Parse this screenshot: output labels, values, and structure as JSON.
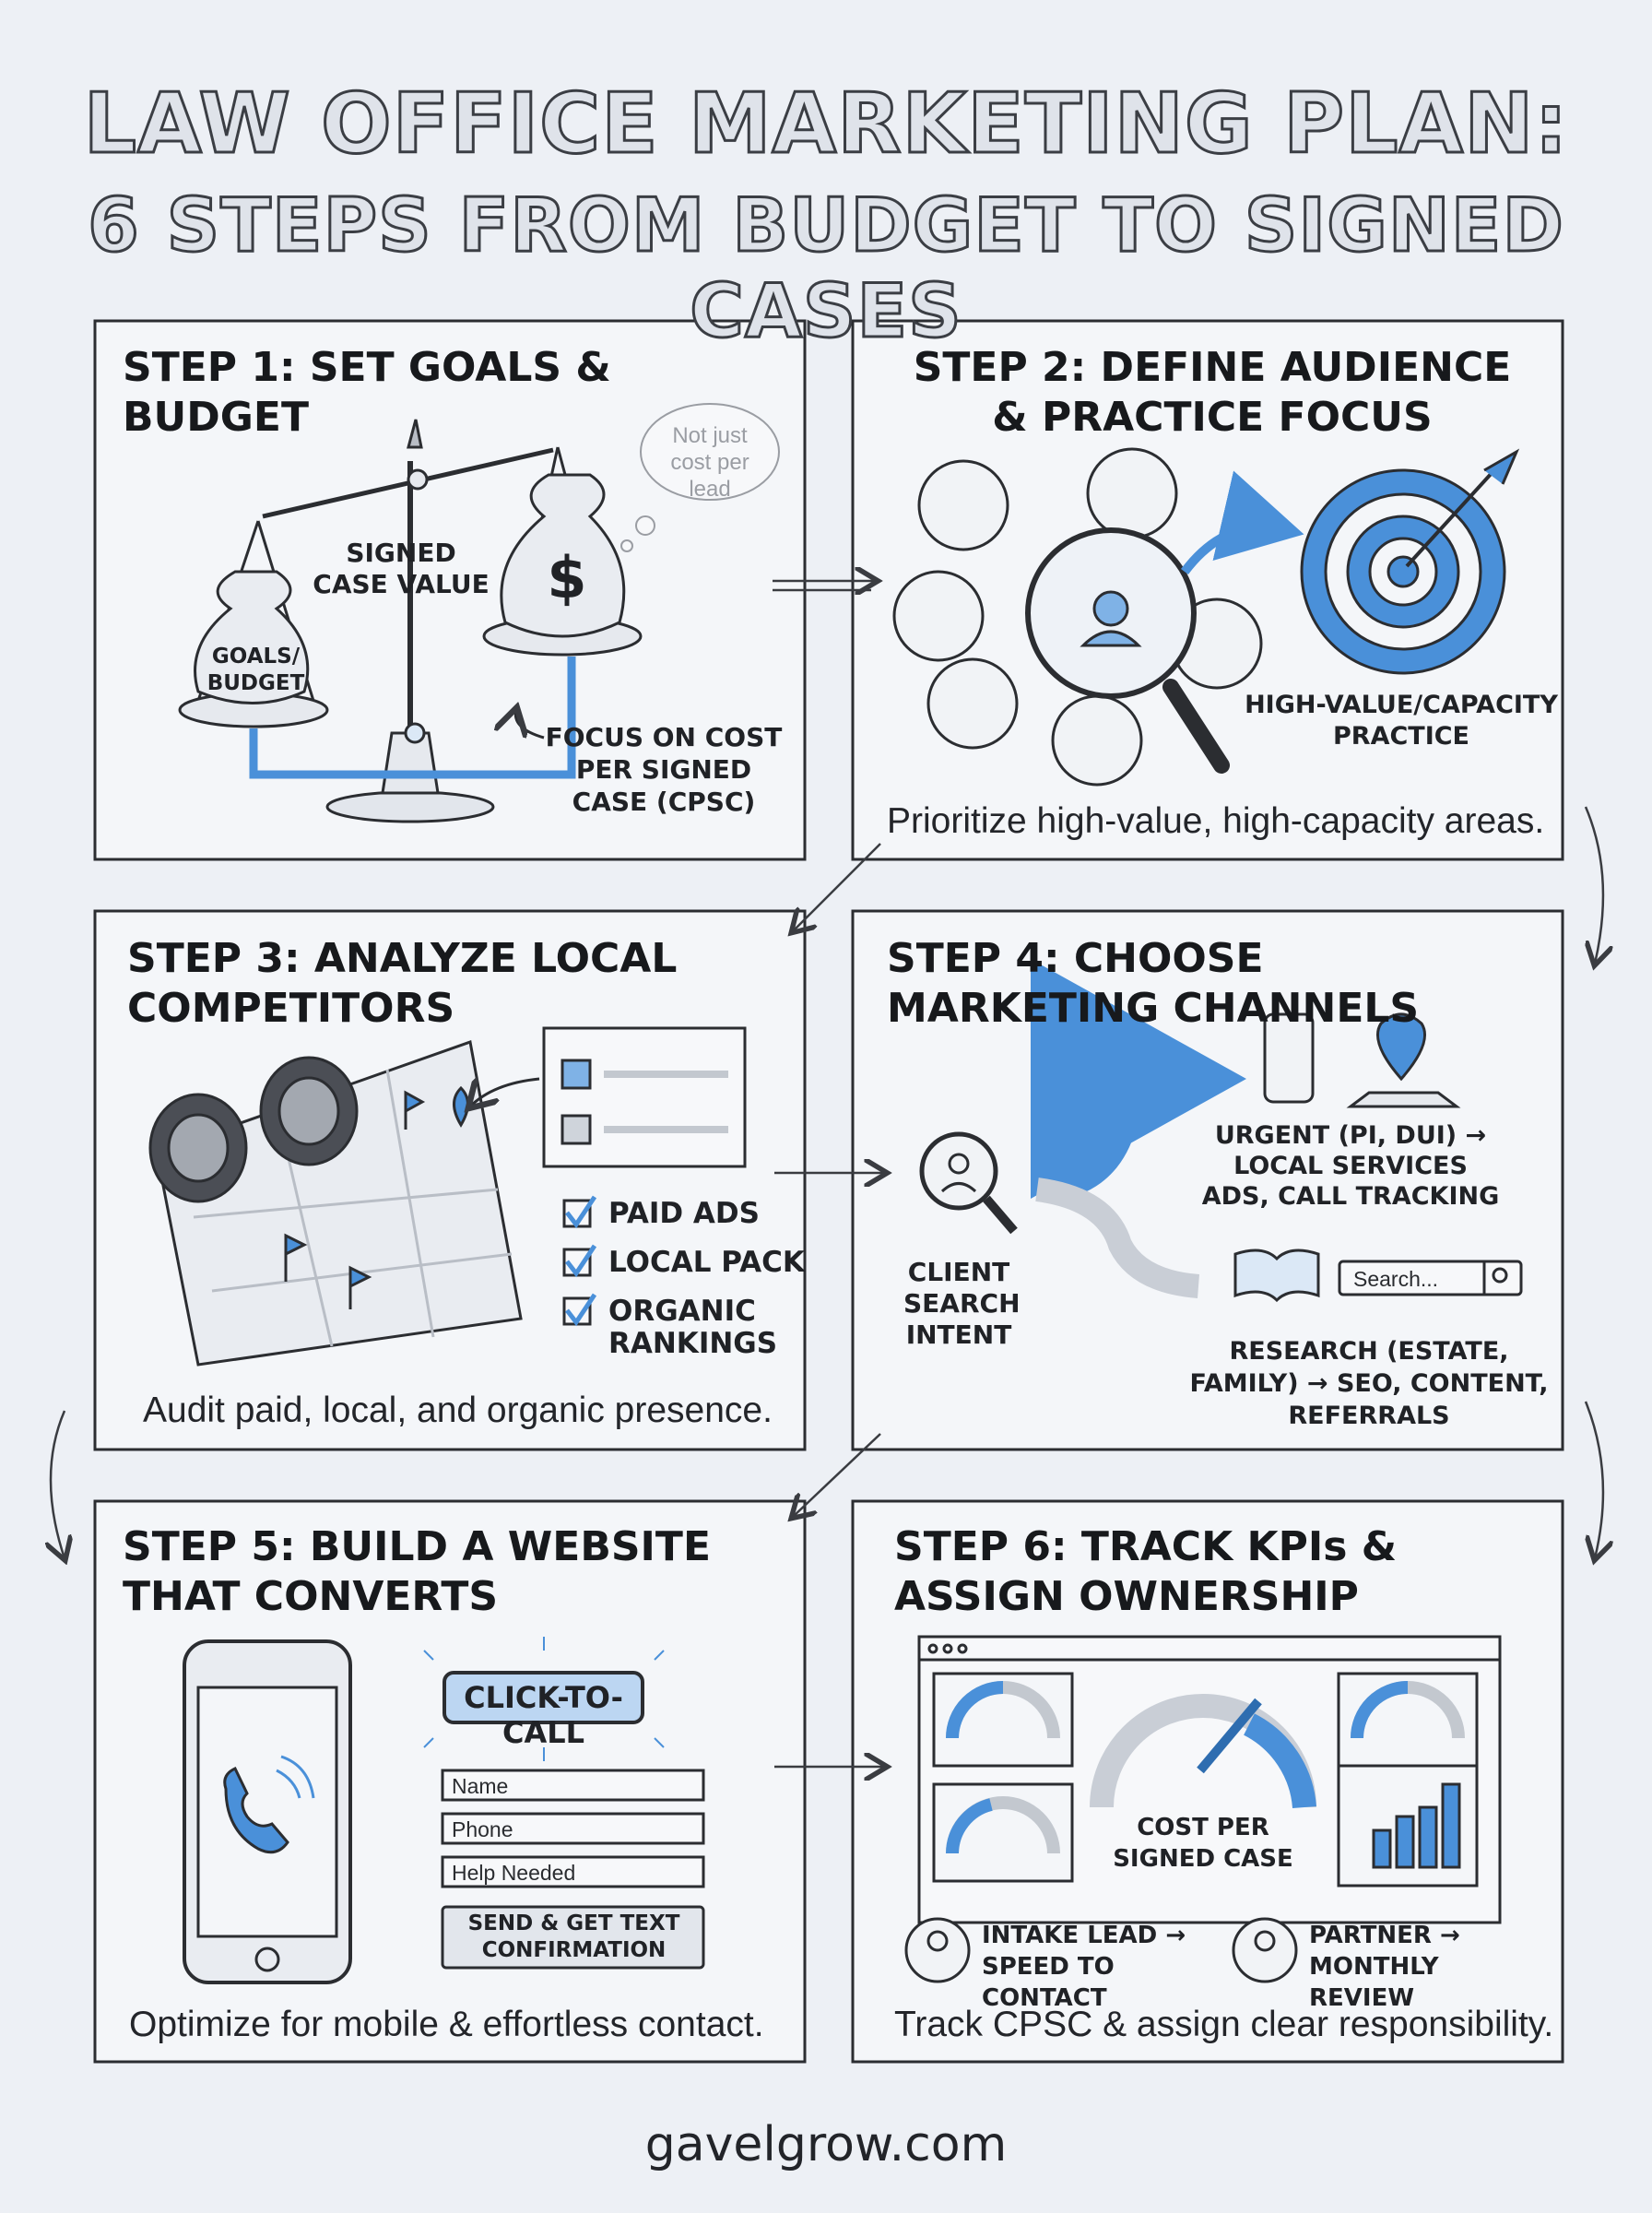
{
  "title": {
    "line1": "LAW OFFICE MARKETING PLAN:",
    "line2": "6 STEPS FROM BUDGET TO SIGNED CASES"
  },
  "steps": [
    {
      "title": "STEP 1: SET GOALS & BUDGET",
      "labels": {
        "signed_case_value": "SIGNED CASE VALUE",
        "goals_budget": "GOALS/ BUDGET",
        "dollar": "$",
        "thought": "Not just cost per lead",
        "focus": "FOCUS ON COST PER SIGNED CASE (CPSC)"
      }
    },
    {
      "title": "STEP 2: DEFINE AUDIENCE & PRACTICE FOCUS",
      "labels": {
        "target": "HIGH-VALUE/CAPACITY PRACTICE"
      },
      "caption": "Prioritize high-value, high-capacity areas."
    },
    {
      "title": "STEP 3: ANALYZE LOCAL COMPETITORS",
      "checklist": [
        "PAID ADS",
        "LOCAL PACK",
        "ORGANIC RANKINGS"
      ],
      "caption": "Audit paid, local, and organic presence."
    },
    {
      "title": "STEP 4: CHOOSE MARKETING CHANNELS",
      "labels": {
        "intent": "CLIENT SEARCH INTENT",
        "urgent": "URGENT (PI, DUI) → LOCAL SERVICES ADS, CALL TRACKING",
        "research": "RESEARCH (ESTATE, FAMILY) → SEO, CONTENT, REFERRALS",
        "search_placeholder": "Search..."
      }
    },
    {
      "title": "STEP 5: BUILD A WEBSITE THAT CONVERTS",
      "labels": {
        "click_to_call": "CLICK-TO-CALL",
        "fields": [
          "Name",
          "Phone",
          "Help Needed"
        ],
        "submit": "SEND & GET TEXT CONFIRMATION"
      },
      "caption": "Optimize for mobile & effortless contact."
    },
    {
      "title": "STEP 6: TRACK KPIs & ASSIGN OWNERSHIP",
      "labels": {
        "gauge": "COST PER SIGNED CASE",
        "owner1": "INTAKE LEAD → SPEED TO CONTACT",
        "owner2": "PARTNER → MONTHLY REVIEW"
      },
      "caption": "Track CPSC & assign clear responsibility."
    }
  ],
  "footer": "gavelgrow.com",
  "colors": {
    "accent": "#4a90d9",
    "ink": "#2b2d31",
    "paper": "#edf0f5",
    "panel_fill": "#f4f6f9"
  }
}
